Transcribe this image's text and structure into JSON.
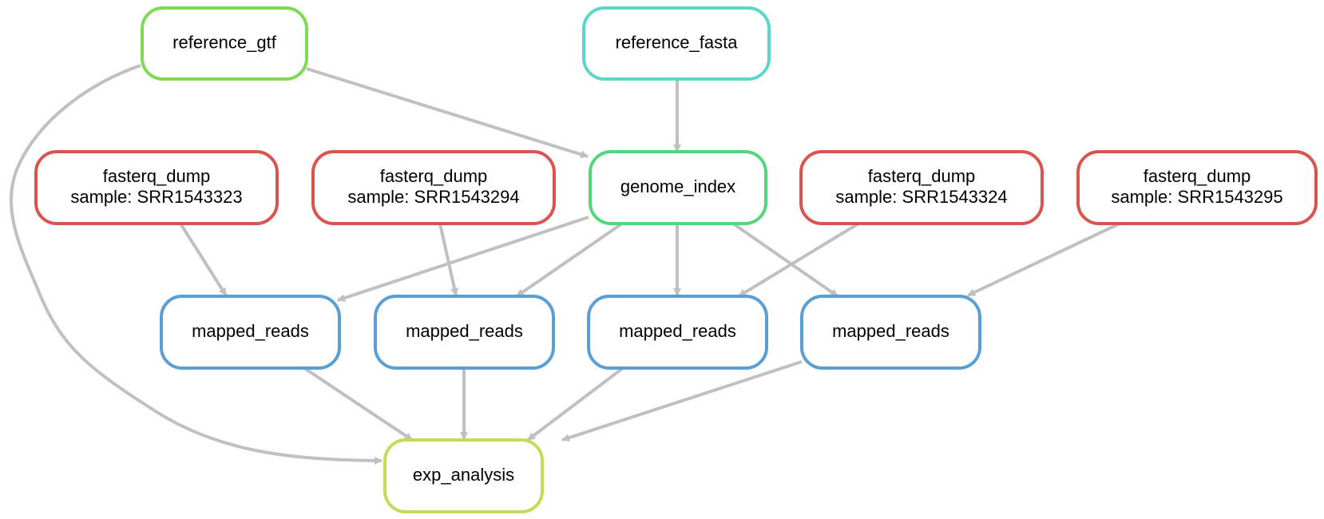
{
  "graph": {
    "edge_color": "#c0c0c0",
    "rule_colors": {
      "reference_gtf": "#7ed957",
      "reference_fasta": "#5bd6c9",
      "fasterq_dump": "#d9534f",
      "genome_index": "#52d67a",
      "mapped_reads": "#5a9fd4",
      "exp_analysis": "#c5da57"
    },
    "nodes": [
      {
        "id": "reference_gtf",
        "rule": "reference_gtf",
        "lines": [
          "reference_gtf"
        ]
      },
      {
        "id": "reference_fasta",
        "rule": "reference_fasta",
        "lines": [
          "reference_fasta"
        ]
      },
      {
        "id": "fd_323",
        "rule": "fasterq_dump",
        "lines": [
          "fasterq_dump",
          "sample: SRR1543323"
        ]
      },
      {
        "id": "fd_294",
        "rule": "fasterq_dump",
        "lines": [
          "fasterq_dump",
          "sample: SRR1543294"
        ]
      },
      {
        "id": "genome_index",
        "rule": "genome_index",
        "lines": [
          "genome_index"
        ]
      },
      {
        "id": "fd_324",
        "rule": "fasterq_dump",
        "lines": [
          "fasterq_dump",
          "sample: SRR1543324"
        ]
      },
      {
        "id": "fd_295",
        "rule": "fasterq_dump",
        "lines": [
          "fasterq_dump",
          "sample: SRR1543295"
        ]
      },
      {
        "id": "mr_1",
        "rule": "mapped_reads",
        "lines": [
          "mapped_reads"
        ]
      },
      {
        "id": "mr_2",
        "rule": "mapped_reads",
        "lines": [
          "mapped_reads"
        ]
      },
      {
        "id": "mr_3",
        "rule": "mapped_reads",
        "lines": [
          "mapped_reads"
        ]
      },
      {
        "id": "mr_4",
        "rule": "mapped_reads",
        "lines": [
          "mapped_reads"
        ]
      },
      {
        "id": "exp_analysis",
        "rule": "exp_analysis",
        "lines": [
          "exp_analysis"
        ]
      }
    ],
    "edges": [
      {
        "from": "reference_gtf",
        "to": "genome_index"
      },
      {
        "from": "reference_gtf",
        "to": "exp_analysis"
      },
      {
        "from": "reference_fasta",
        "to": "genome_index"
      },
      {
        "from": "fd_323",
        "to": "mr_1"
      },
      {
        "from": "fd_294",
        "to": "mr_2"
      },
      {
        "from": "genome_index",
        "to": "mr_1"
      },
      {
        "from": "genome_index",
        "to": "mr_2"
      },
      {
        "from": "genome_index",
        "to": "mr_3"
      },
      {
        "from": "genome_index",
        "to": "mr_4"
      },
      {
        "from": "fd_324",
        "to": "mr_3"
      },
      {
        "from": "fd_295",
        "to": "mr_4"
      },
      {
        "from": "mr_1",
        "to": "exp_analysis"
      },
      {
        "from": "mr_2",
        "to": "exp_analysis"
      },
      {
        "from": "mr_3",
        "to": "exp_analysis"
      },
      {
        "from": "mr_4",
        "to": "exp_analysis"
      }
    ]
  }
}
